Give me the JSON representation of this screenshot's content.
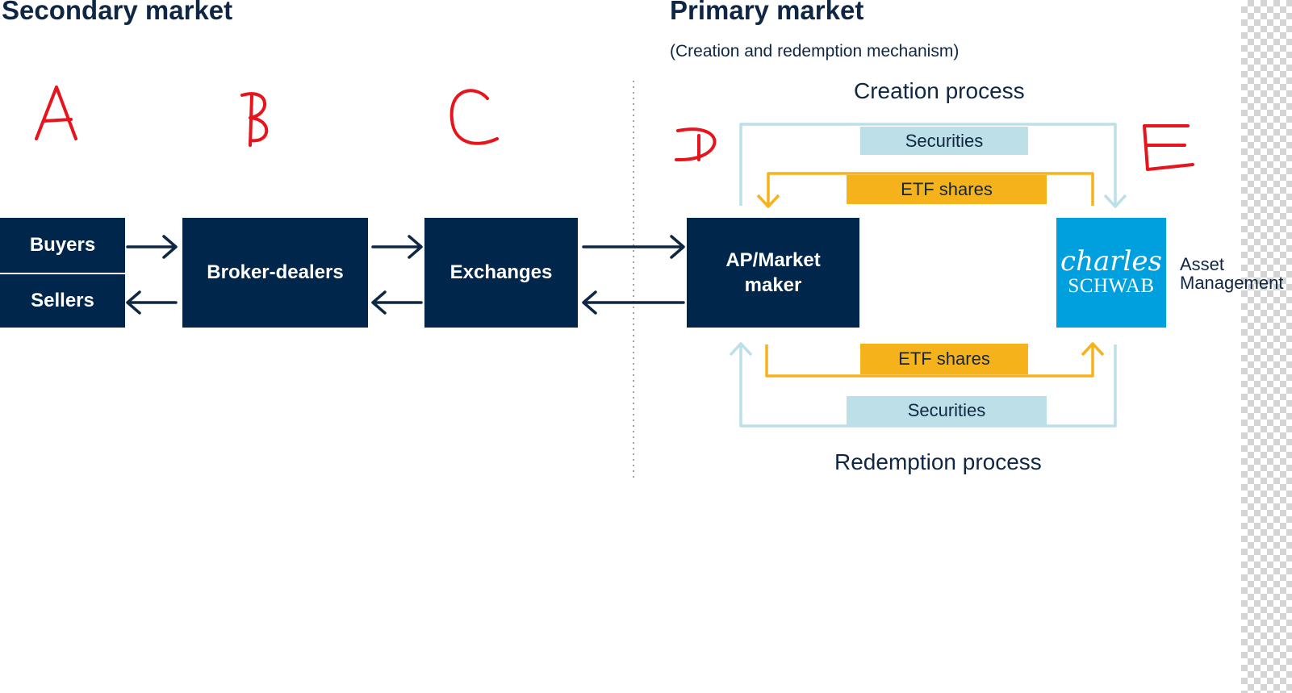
{
  "secondary": {
    "heading": "Secondary market",
    "boxes": {
      "buyers": "Buyers",
      "sellers": "Sellers",
      "broker_dealers": "Broker-dealers",
      "exchanges": "Exchanges"
    }
  },
  "primary": {
    "heading": "Primary market",
    "subheading": "(Creation and redemption mechanism)",
    "creation_label": "Creation process",
    "redemption_label": "Redemption process",
    "ap_market_maker": "AP/Market maker",
    "creation_flows": {
      "securities": "Securities",
      "etf_shares": "ETF shares"
    },
    "redemption_flows": {
      "etf_shares": "ETF shares",
      "securities": "Securities"
    },
    "schwab": {
      "line1": "charles",
      "line2": "SCHWAB",
      "asset_line1": "Asset",
      "asset_line2": "Management"
    }
  },
  "annotations": [
    "A",
    "B",
    "C",
    "D",
    "E"
  ],
  "colors": {
    "navy_box": "#00264c",
    "text_navy": "#0f2744",
    "light_blue": "#bcdfe8",
    "gold": "#f6b21b",
    "schwab_blue": "#00a0df",
    "annotation_red": "#e8141c"
  }
}
